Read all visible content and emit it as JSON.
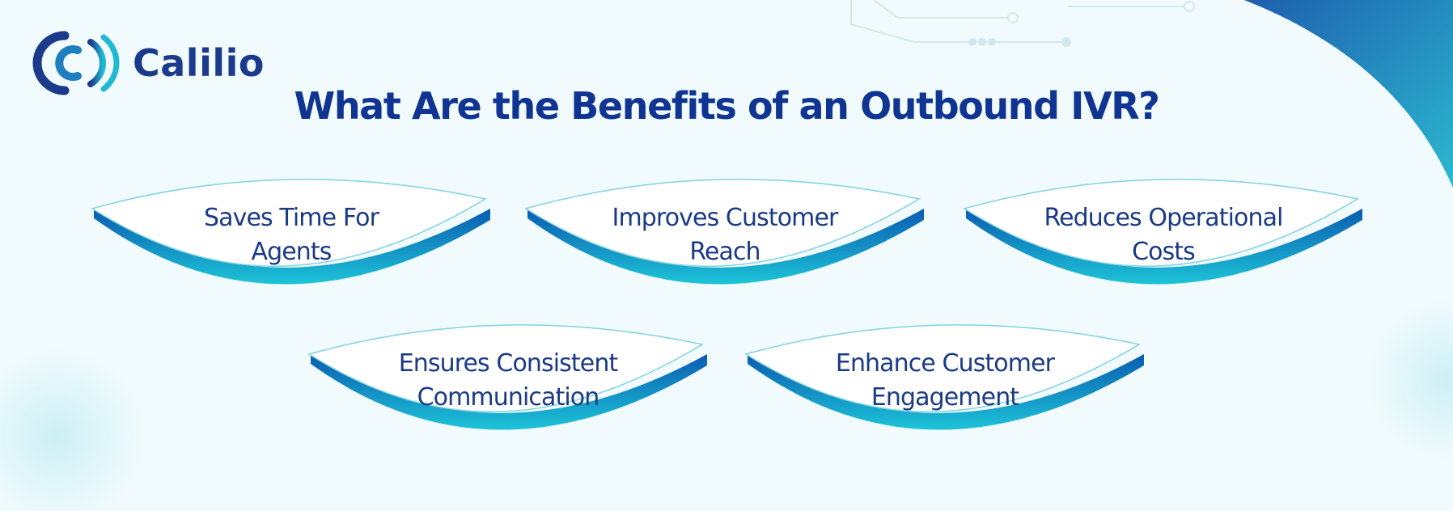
{
  "brand": {
    "name": "Calilio"
  },
  "title": "What Are the Benefits of an Outbound IVR?",
  "benefits": [
    {
      "label": "Saves Time For Agents"
    },
    {
      "label": "Improves Customer Reach"
    },
    {
      "label": "Reduces Operational Costs"
    },
    {
      "label": "Ensures Consistent Communication"
    },
    {
      "label": "Enhance Customer Engagement"
    }
  ],
  "colors": {
    "background": "#f1fbfd",
    "title": "#0f3491",
    "label": "#1a3a86",
    "accent_dark": "#0a5bb0",
    "accent_light": "#1dc4d8",
    "shape_outline": "#7fd3e0"
  }
}
